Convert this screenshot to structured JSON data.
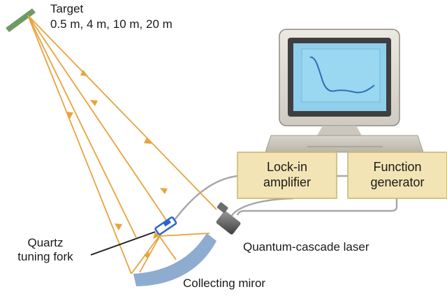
{
  "labels": {
    "target_title": "Target",
    "target_distances": "0.5 m, 4 m, 10 m, 20 m",
    "lockin_line1": "Lock-in",
    "lockin_line2": "amplifier",
    "funcgen_line1": "Function",
    "funcgen_line2": "generator",
    "fork_line1": "Quartz",
    "fork_line2": "tuning fork",
    "laser": "Quantum-cascade laser",
    "mirror": "Collecting miror"
  },
  "colors": {
    "beam": "#e8a33c",
    "box_fill": "#f2e4b4",
    "box_stroke": "#c9b36e",
    "target_green": "#6f9a64",
    "mirror_blue": "#8eacd0",
    "screen_blue": "#8fd0ec",
    "screen_trace": "#2a6fb8",
    "monitor_beige": "#e3e0d8",
    "cable_gray": "#a8a8a8"
  }
}
